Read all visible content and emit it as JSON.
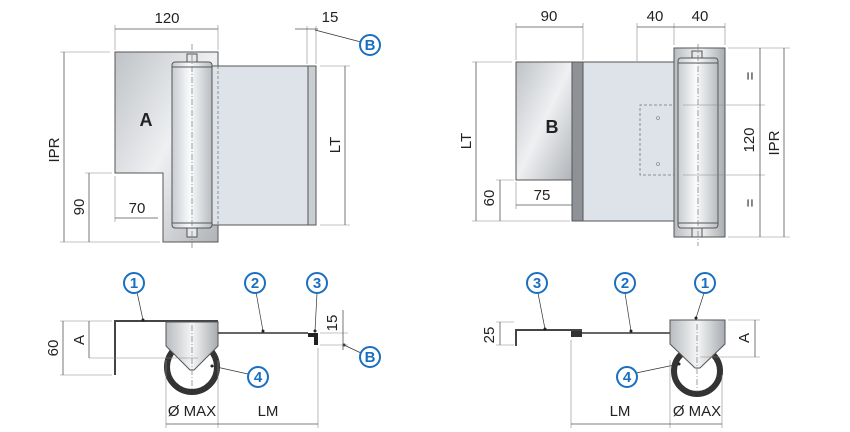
{
  "diagram_a": {
    "plate_label": "A",
    "dims": {
      "width_total": "120",
      "edge": "15",
      "lt": "LT",
      "ipr": "IPR",
      "bottom_height": "90",
      "bottom_width": "70"
    },
    "callout_b": "B"
  },
  "diagram_b": {
    "plate_label": "B",
    "dims": {
      "plate_width": "90",
      "offset_1": "40",
      "offset_2": "40",
      "lt": "LT",
      "bottom_height": "60",
      "bottom_width": "75",
      "center": "120",
      "equal_top": "=",
      "equal_bottom": "=",
      "ipr": "IPR"
    }
  },
  "section_a": {
    "callouts": [
      "1",
      "2",
      "3",
      "4",
      "B"
    ],
    "dims": {
      "height": "60",
      "a": "A",
      "edge": "15",
      "diameter": "Ø MAX",
      "lm": "LM"
    }
  },
  "section_b": {
    "callouts": [
      "3",
      "2",
      "1",
      "4"
    ],
    "dims": {
      "height": "25",
      "a": "A",
      "lm": "LM",
      "diameter": "Ø MAX"
    }
  },
  "colors": {
    "callout": "#1a6fc0",
    "leaf": "#dde3e8"
  }
}
